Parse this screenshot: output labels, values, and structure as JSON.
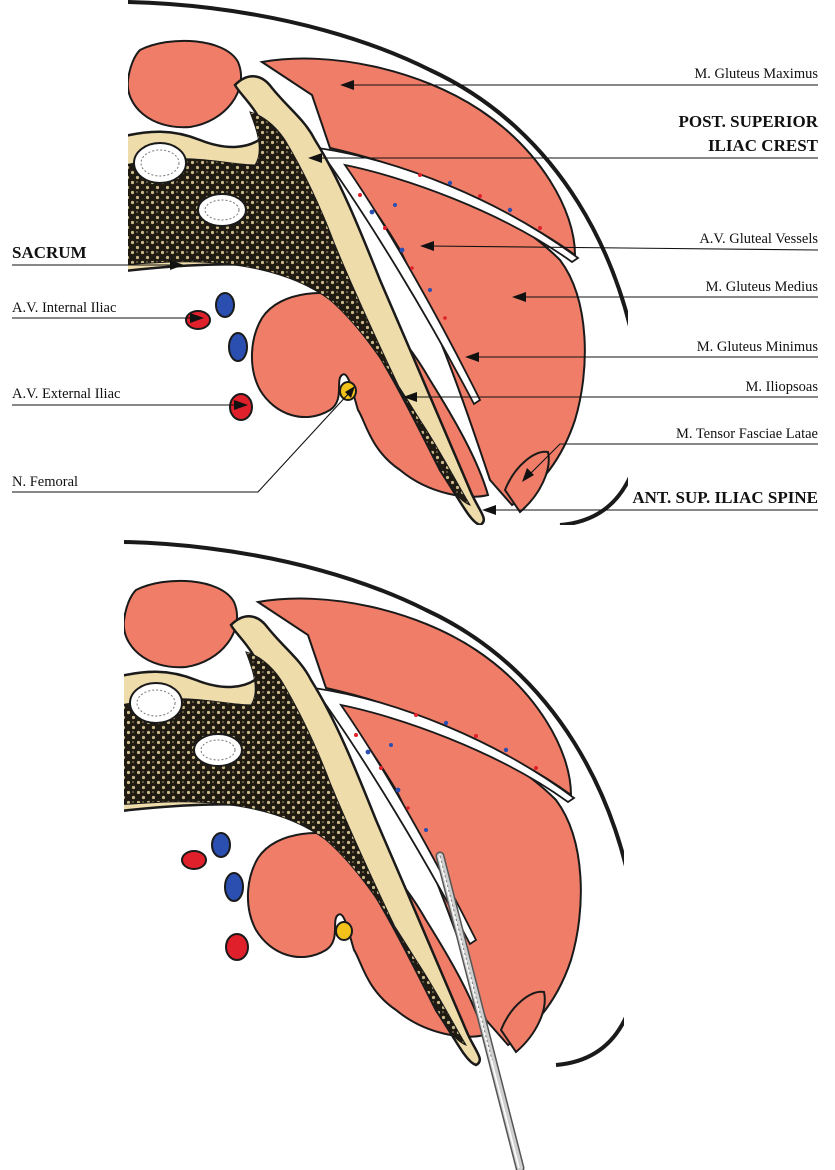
{
  "labels": {
    "gluteus_maximus": "M. Gluteus Maximus",
    "post_superior_line1": "POST. SUPERIOR",
    "post_superior_line2": "ILIAC CREST",
    "gluteal_vessels": "A.V. Gluteal Vessels",
    "gluteus_medius": "M. Gluteus Medius",
    "gluteus_minimus": "M. Gluteus Minimus",
    "iliopsoas": "M. Iliopsoas",
    "tensor_fasciae_latae": "M. Tensor Fasciae Latae",
    "ant_sup_iliac_spine": "ANT. SUP. ILIAC SPINE",
    "sacrum": "SACRUM",
    "internal_iliac": "A.V. Internal Iliac",
    "external_iliac": "A.V. External Iliac",
    "femoral_nerve": "N. Femoral"
  },
  "colors": {
    "muscle": "#f07d68",
    "bone": "#efdcab",
    "marrow": "#1f1a12",
    "artery": "#e0202a",
    "vein": "#2a4fb0",
    "nerve": "#f2c21a",
    "instrument": "#9a9a9a"
  }
}
